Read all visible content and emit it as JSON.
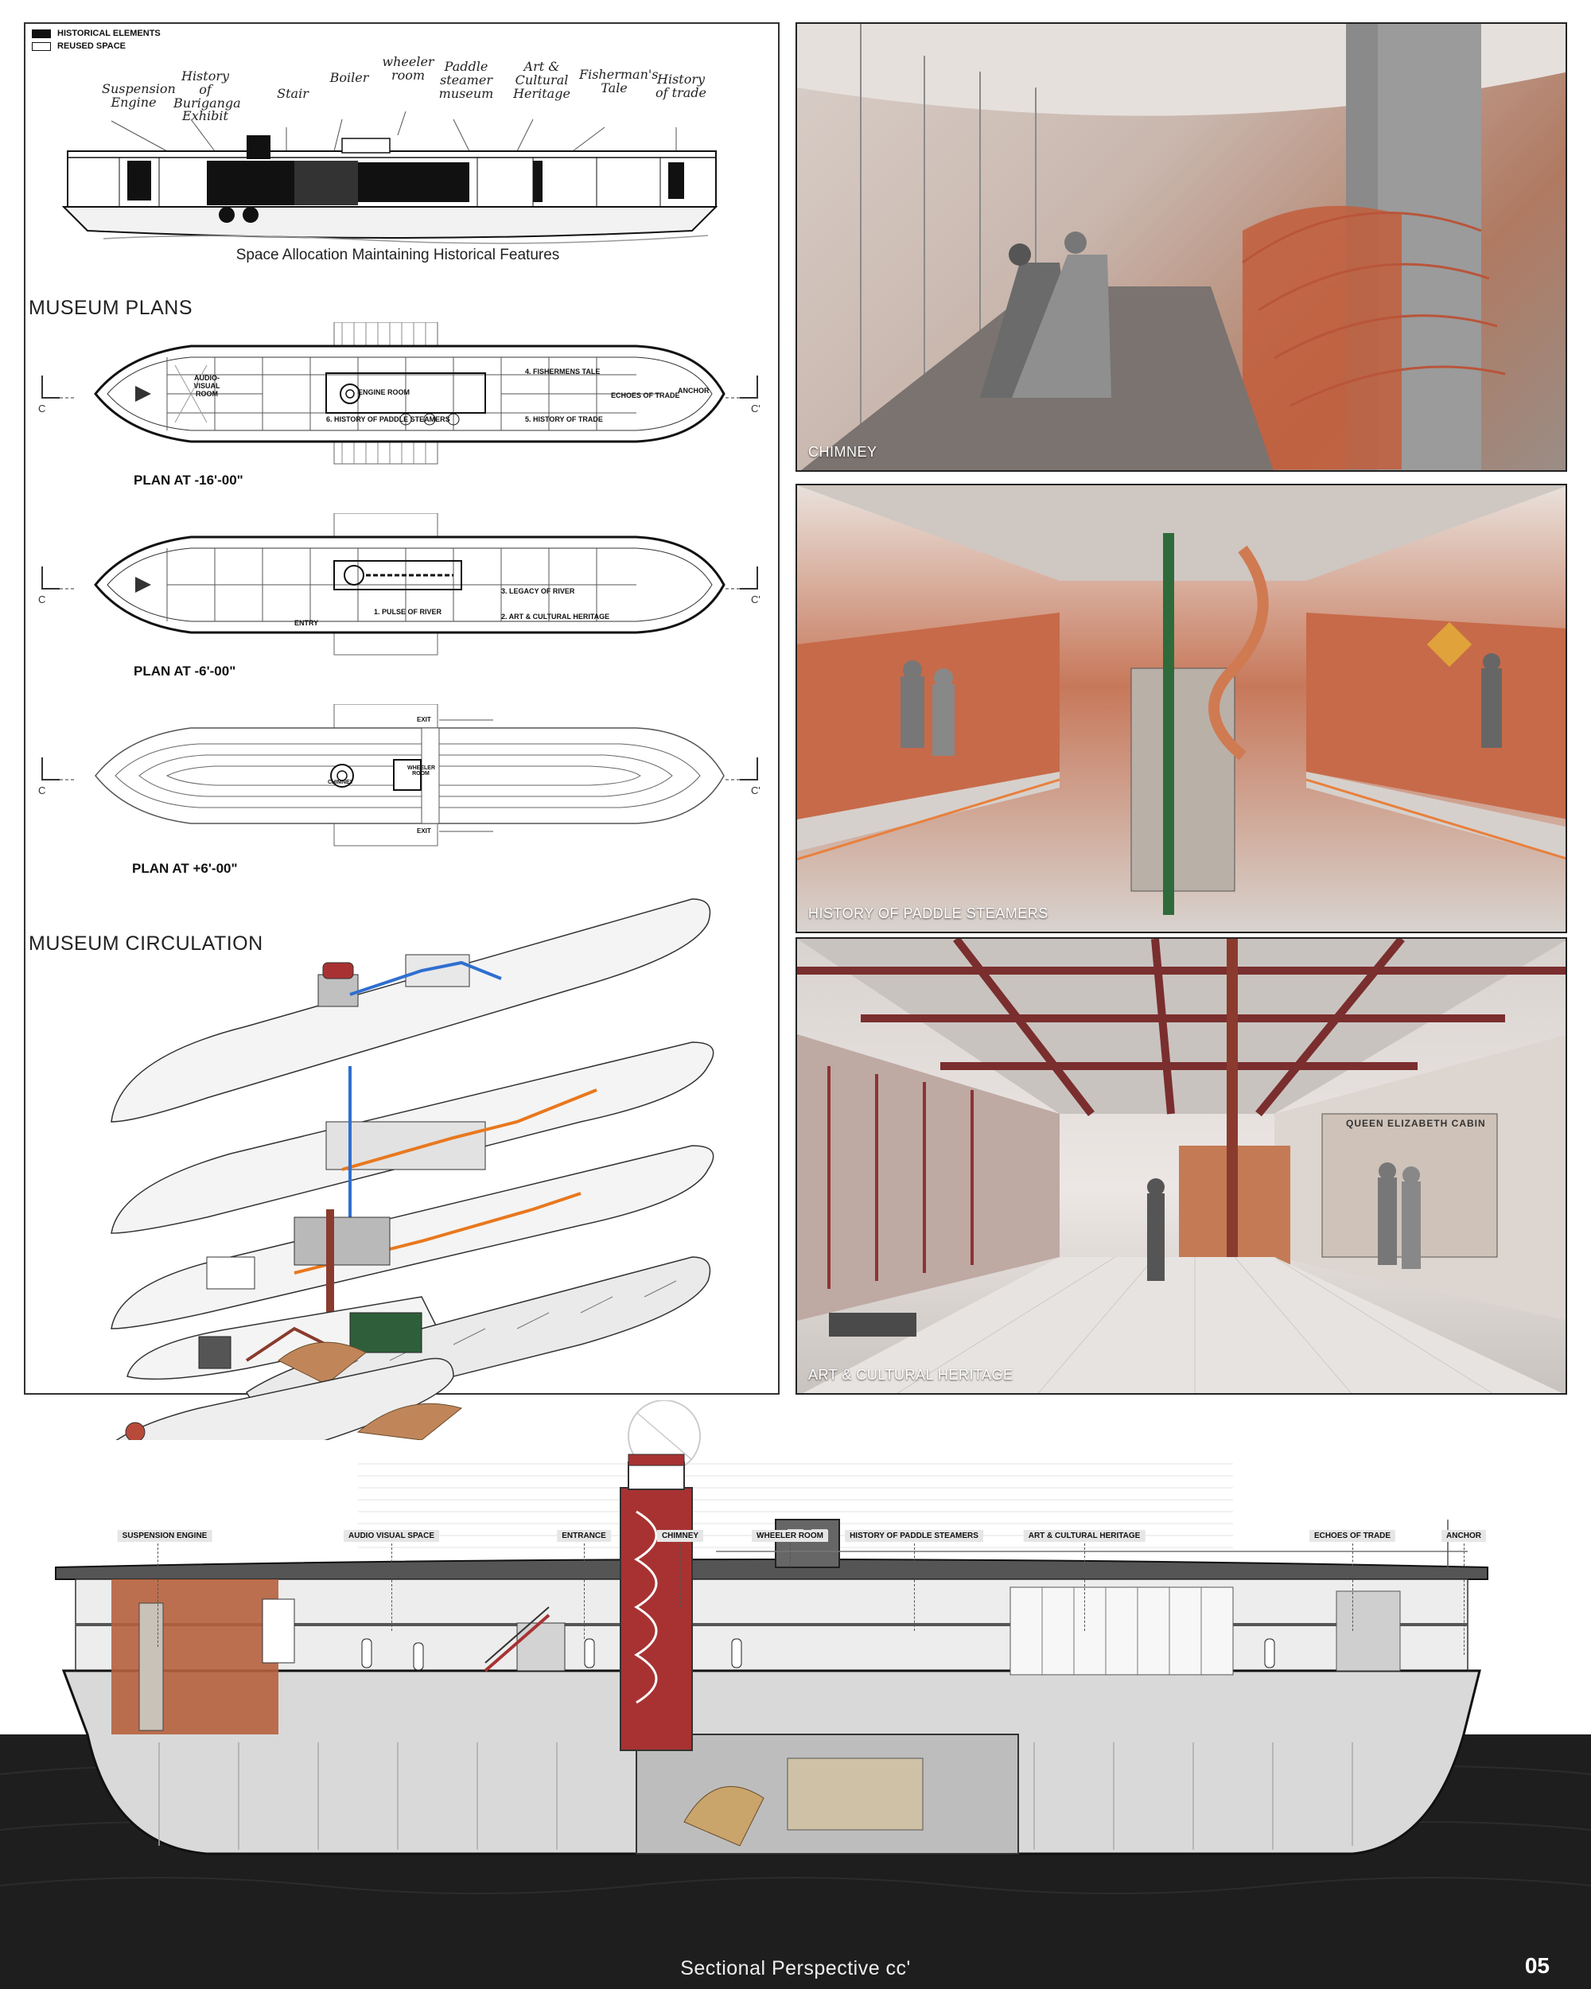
{
  "legend": {
    "historical": "HISTORICAL ELEMENTS",
    "reused": "REUSED SPACE"
  },
  "annotations": [
    {
      "text": "Suspension Engine"
    },
    {
      "text": "History of Buriganga Exhibit"
    },
    {
      "text": "Stair"
    },
    {
      "text": "Boiler"
    },
    {
      "text": "wheeler room"
    },
    {
      "text": "Paddle steamer museum"
    },
    {
      "text": "Art & Cultural Heritage"
    },
    {
      "text": "Fisherman's Tale"
    },
    {
      "text": "History of trade"
    }
  ],
  "space_allocation_caption": "Space Allocation Maintaining Historical Features",
  "museum_plans_heading": "MUSEUM PLANS",
  "museum_circulation_heading": "MUSEUM CIRCULATION",
  "cut_label_left": "C",
  "cut_label_right": "C'",
  "plans": [
    {
      "caption": "PLAN AT -16'-00\"",
      "rooms": [
        {
          "label": "AUDIO-VISUAL ROOM"
        },
        {
          "label": "ENGINE ROOM"
        },
        {
          "label": "4. FISHERMENS TALE"
        },
        {
          "label": "6. HISTORY OF PADDLE STEAMERS"
        },
        {
          "label": "5. HISTORY OF TRADE"
        },
        {
          "label": "ECHOES OF TRADE"
        },
        {
          "label": "ANCHOR"
        }
      ]
    },
    {
      "caption": "PLAN AT -6'-00\"",
      "rooms": [
        {
          "label": "ENTRY"
        },
        {
          "label": "1. PULSE OF RIVER"
        },
        {
          "label": "3. LEGACY OF RIVER"
        },
        {
          "label": "2. ART & CULTURAL HERITAGE"
        }
      ]
    },
    {
      "caption": "PLAN AT  +6'-00\"",
      "rooms": [
        {
          "label": "CHIMNEY"
        },
        {
          "label": "WHEELER ROOM"
        },
        {
          "label": "EXIT"
        },
        {
          "label": "EXIT"
        }
      ]
    }
  ],
  "photos": [
    {
      "label": "CHIMNEY"
    },
    {
      "label": "HISTORY OF PADDLE STEAMERS"
    },
    {
      "label": "ART & CULTURAL HERITAGE",
      "sign": "QUEEN ELIZABETH CABIN"
    }
  ],
  "section_tags": [
    {
      "label": "SUSPENSION ENGINE"
    },
    {
      "label": "AUDIO VISUAL SPACE"
    },
    {
      "label": "ENTRANCE"
    },
    {
      "label": "CHIMNEY"
    },
    {
      "label": "WHEELER ROOM"
    },
    {
      "label": "HISTORY OF PADDLE STEAMERS"
    },
    {
      "label": "ART & CULTURAL HERITAGE"
    },
    {
      "label": "ECHOES OF TRADE"
    },
    {
      "label": "ANCHOR"
    }
  ],
  "section_caption": "Sectional Perspective cc'",
  "page_number": "05",
  "colors": {
    "accent_copper": "#c0653f",
    "chimney_red": "#a83232",
    "water": "#1e1e1e",
    "circulation_blue": "#2f6fd0",
    "circulation_orange": "#e8781e"
  }
}
